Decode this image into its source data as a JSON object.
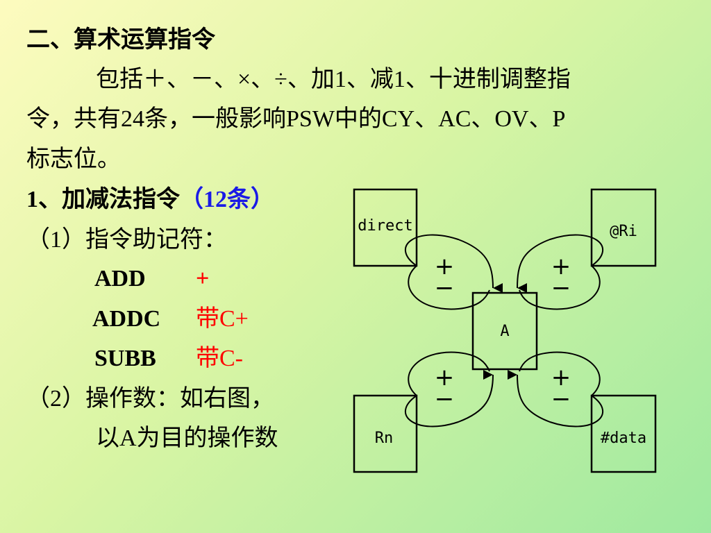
{
  "slide": {
    "heading": "二、算术运算指令",
    "intro_line1": "包括＋、－、×、÷、加1、减1、十进制调整指",
    "intro_line2": "令，共有24条，一般影响PSW中的CY、AC、OV、P",
    "intro_line3": "标志位。",
    "section_title": "1、加减法指令",
    "section_count": "（12条）",
    "item1": "（1）指令助记符：",
    "mnemonics": [
      {
        "name": "ADD",
        "desc": "+"
      },
      {
        "name": "ADDC",
        "desc": "带C+"
      },
      {
        "name": "SUBB",
        "desc": "带C-"
      }
    ],
    "item2": "（2）操作数：如右图，",
    "item2_cont": "以A为目的操作数"
  },
  "diagram": {
    "boxes": {
      "direct": "direct",
      "indirect": "@Ri",
      "register": "Rn",
      "immediate": "#data",
      "accumulator": "A"
    },
    "plus": "+",
    "minus": "−"
  }
}
